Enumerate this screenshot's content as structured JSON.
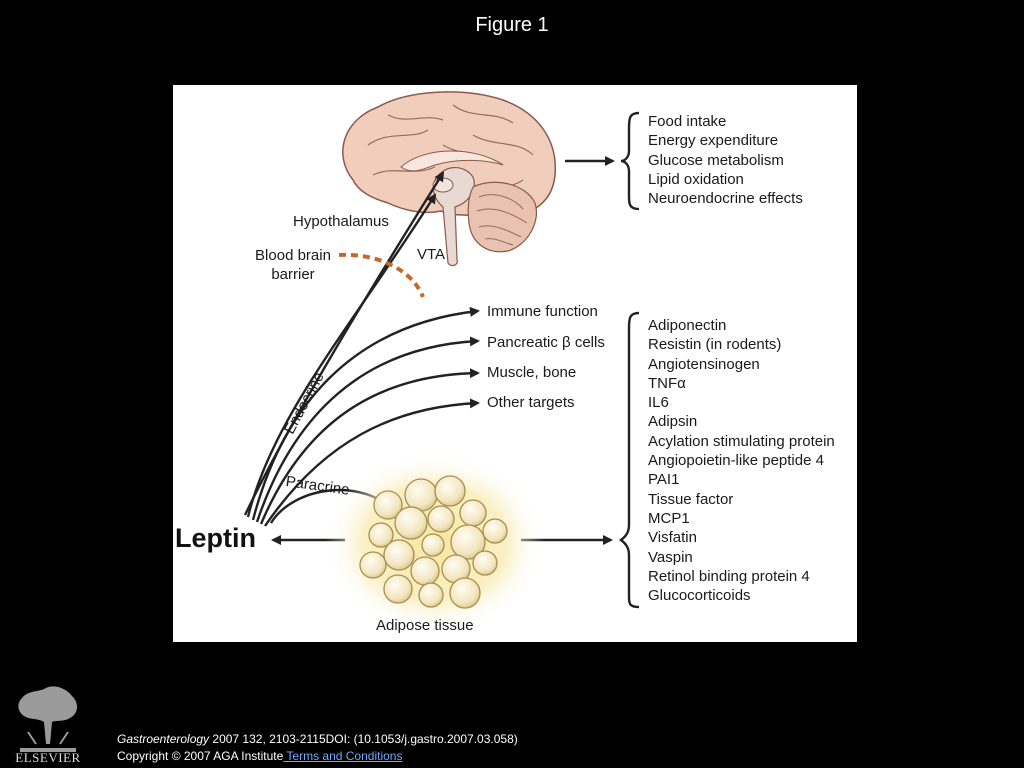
{
  "slide": {
    "title": "Figure 1"
  },
  "figure": {
    "brain_labels": {
      "hypothalamus": "Hypothalamus",
      "vta": "VTA",
      "bbb_line1": "Blood brain",
      "bbb_line2": "barrier"
    },
    "brain_effects": [
      "Food intake",
      "Energy expenditure",
      "Glucose metabolism",
      "Lipid oxidation",
      "Neuroendocrine effects"
    ],
    "endocrine_label": "Endocrine",
    "paracrine_label": "Paracrine",
    "targets": [
      "Immune function",
      "Pancreatic β cells",
      "Muscle, bone",
      "Other targets"
    ],
    "leptin": "Leptin",
    "adipose_label": "Adipose tissue",
    "adipokines": [
      "Adiponectin",
      "Resistin (in rodents)",
      "Angiotensinogen",
      "TNFα",
      "IL6",
      "Adipsin",
      "Acylation stimulating protein",
      "Angiopoietin-like peptide 4",
      "PAI1",
      "Tissue factor",
      "MCP1",
      "Visfatin",
      "Vaspin",
      "Retinol binding protein 4",
      "Glucocorticoids"
    ]
  },
  "footer": {
    "journal": "Gastroenterology",
    "citation": " 2007 132, 2103-2115DOI: (10.1053/j.gastro.2007.03.058)",
    "copyright": "Copyright © 2007 AGA Institute",
    "terms_link": " Terms and Conditions"
  },
  "logo": {
    "text": "ELSEVIER"
  },
  "colors": {
    "background": "#000000",
    "figure_bg": "#ffffff",
    "barrier": "#c8672a",
    "brain": "#f1cdbc",
    "fat": "#f6ecc4"
  }
}
